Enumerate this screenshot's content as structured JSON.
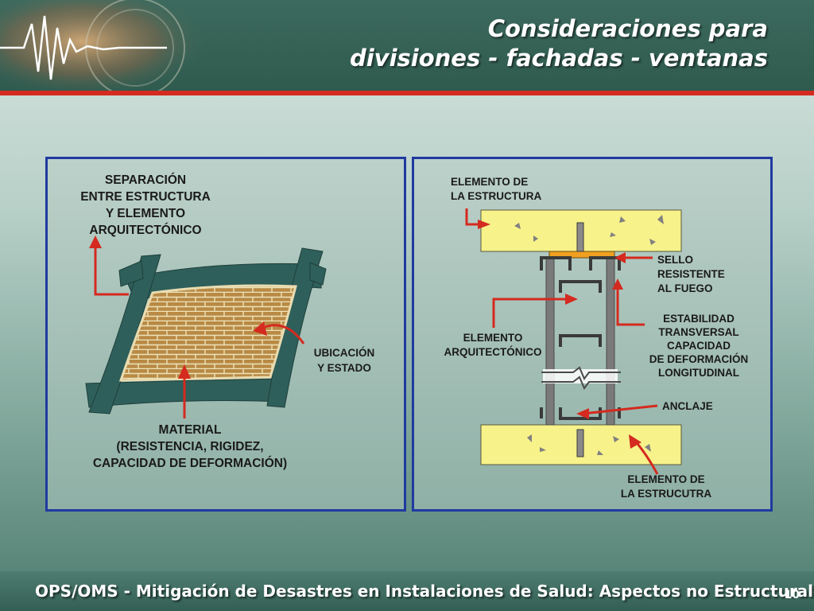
{
  "slide": {
    "title_line1": "Consideraciones para",
    "title_line2": "divisiones - fachadas - ventanas",
    "footer": "OPS/OMS - Mitigación de Desastres en Instalaciones de Salud: Aspectos no Estructurales",
    "page_number": "10"
  },
  "left_panel": {
    "separation_label": [
      "SEPARACIÓN",
      "ENTRE ESTRUCTURA",
      "Y ELEMENTO",
      "ARQUITECTÓNICO"
    ],
    "location_label": [
      "UBICACIÓN",
      "Y ESTADO"
    ],
    "material_label": [
      "MATERIAL",
      "(RESISTENCIA, RIGIDEZ,",
      "CAPACIDAD DE DEFORMACIÓN)"
    ]
  },
  "right_panel": {
    "element_top_label": [
      "ELEMENTO DE",
      "LA ESTRUCTURA"
    ],
    "seal_label": [
      "SELLO",
      "RESISTENTE",
      "AL FUEGO"
    ],
    "stability_label": [
      "ESTABILIDAD",
      "TRANSVERSAL",
      "CAPACIDAD",
      "DE DEFORMACIÓN",
      "LONGITUDINAL"
    ],
    "architectural_label": [
      "ELEMENTO",
      "ARQUITECTÓNICO"
    ],
    "anchor_label": "ANCLAJE",
    "element_bottom_label": [
      "ELEMENTO DE",
      "LA ESTRUCUTRA"
    ]
  },
  "colors": {
    "header_green": "#2f5a4e",
    "accent_red": "#d42a1f",
    "panel_border": "#1f3aa0",
    "frame_teal": "#2f5f5a",
    "brick": "#b88a45",
    "concrete_yellow": "#f7f28a",
    "seal_orange": "#f0a020"
  }
}
